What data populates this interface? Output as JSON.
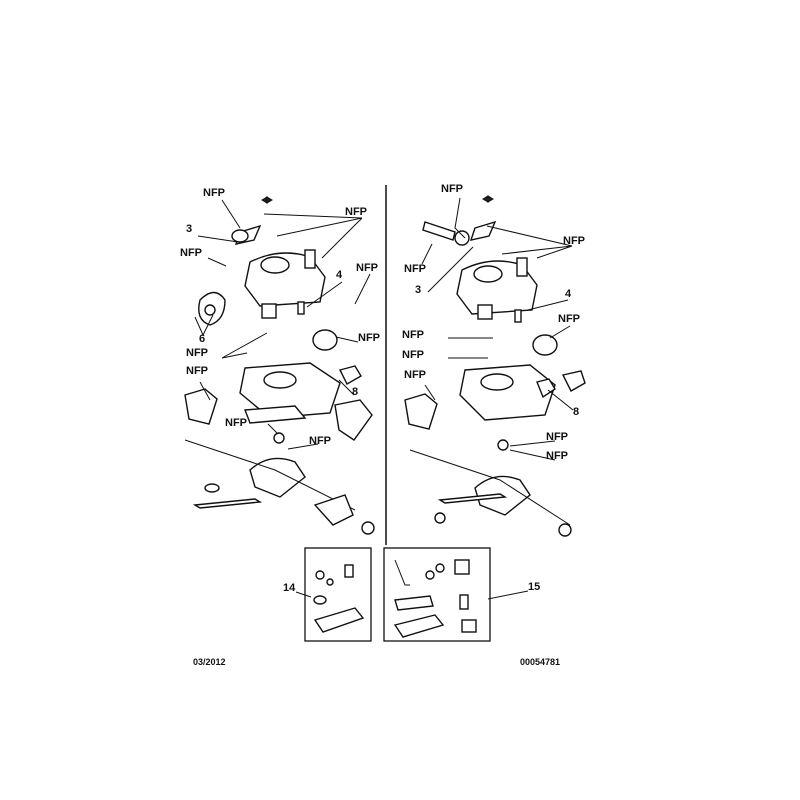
{
  "diagram": {
    "left_view": {
      "labels": [
        "NFP",
        "NFP",
        "3",
        "NFP",
        "NFP",
        "4",
        "6",
        "NFP",
        "NFP",
        "NFP",
        "8",
        "NFP",
        "NFP"
      ],
      "orientation_icon": "double-arrow-icon"
    },
    "right_view": {
      "labels": [
        "NFP",
        "NFP",
        "NFP",
        "3",
        "4",
        "NFP",
        "NFP",
        "NFP",
        "NFP",
        "8",
        "NFP",
        "NFP"
      ],
      "orientation_icon": "double-arrow-icon"
    },
    "kits": [
      {
        "label": "14"
      },
      {
        "label": "15"
      }
    ]
  },
  "footer": {
    "date": "03/2012",
    "reference": "00054781"
  }
}
